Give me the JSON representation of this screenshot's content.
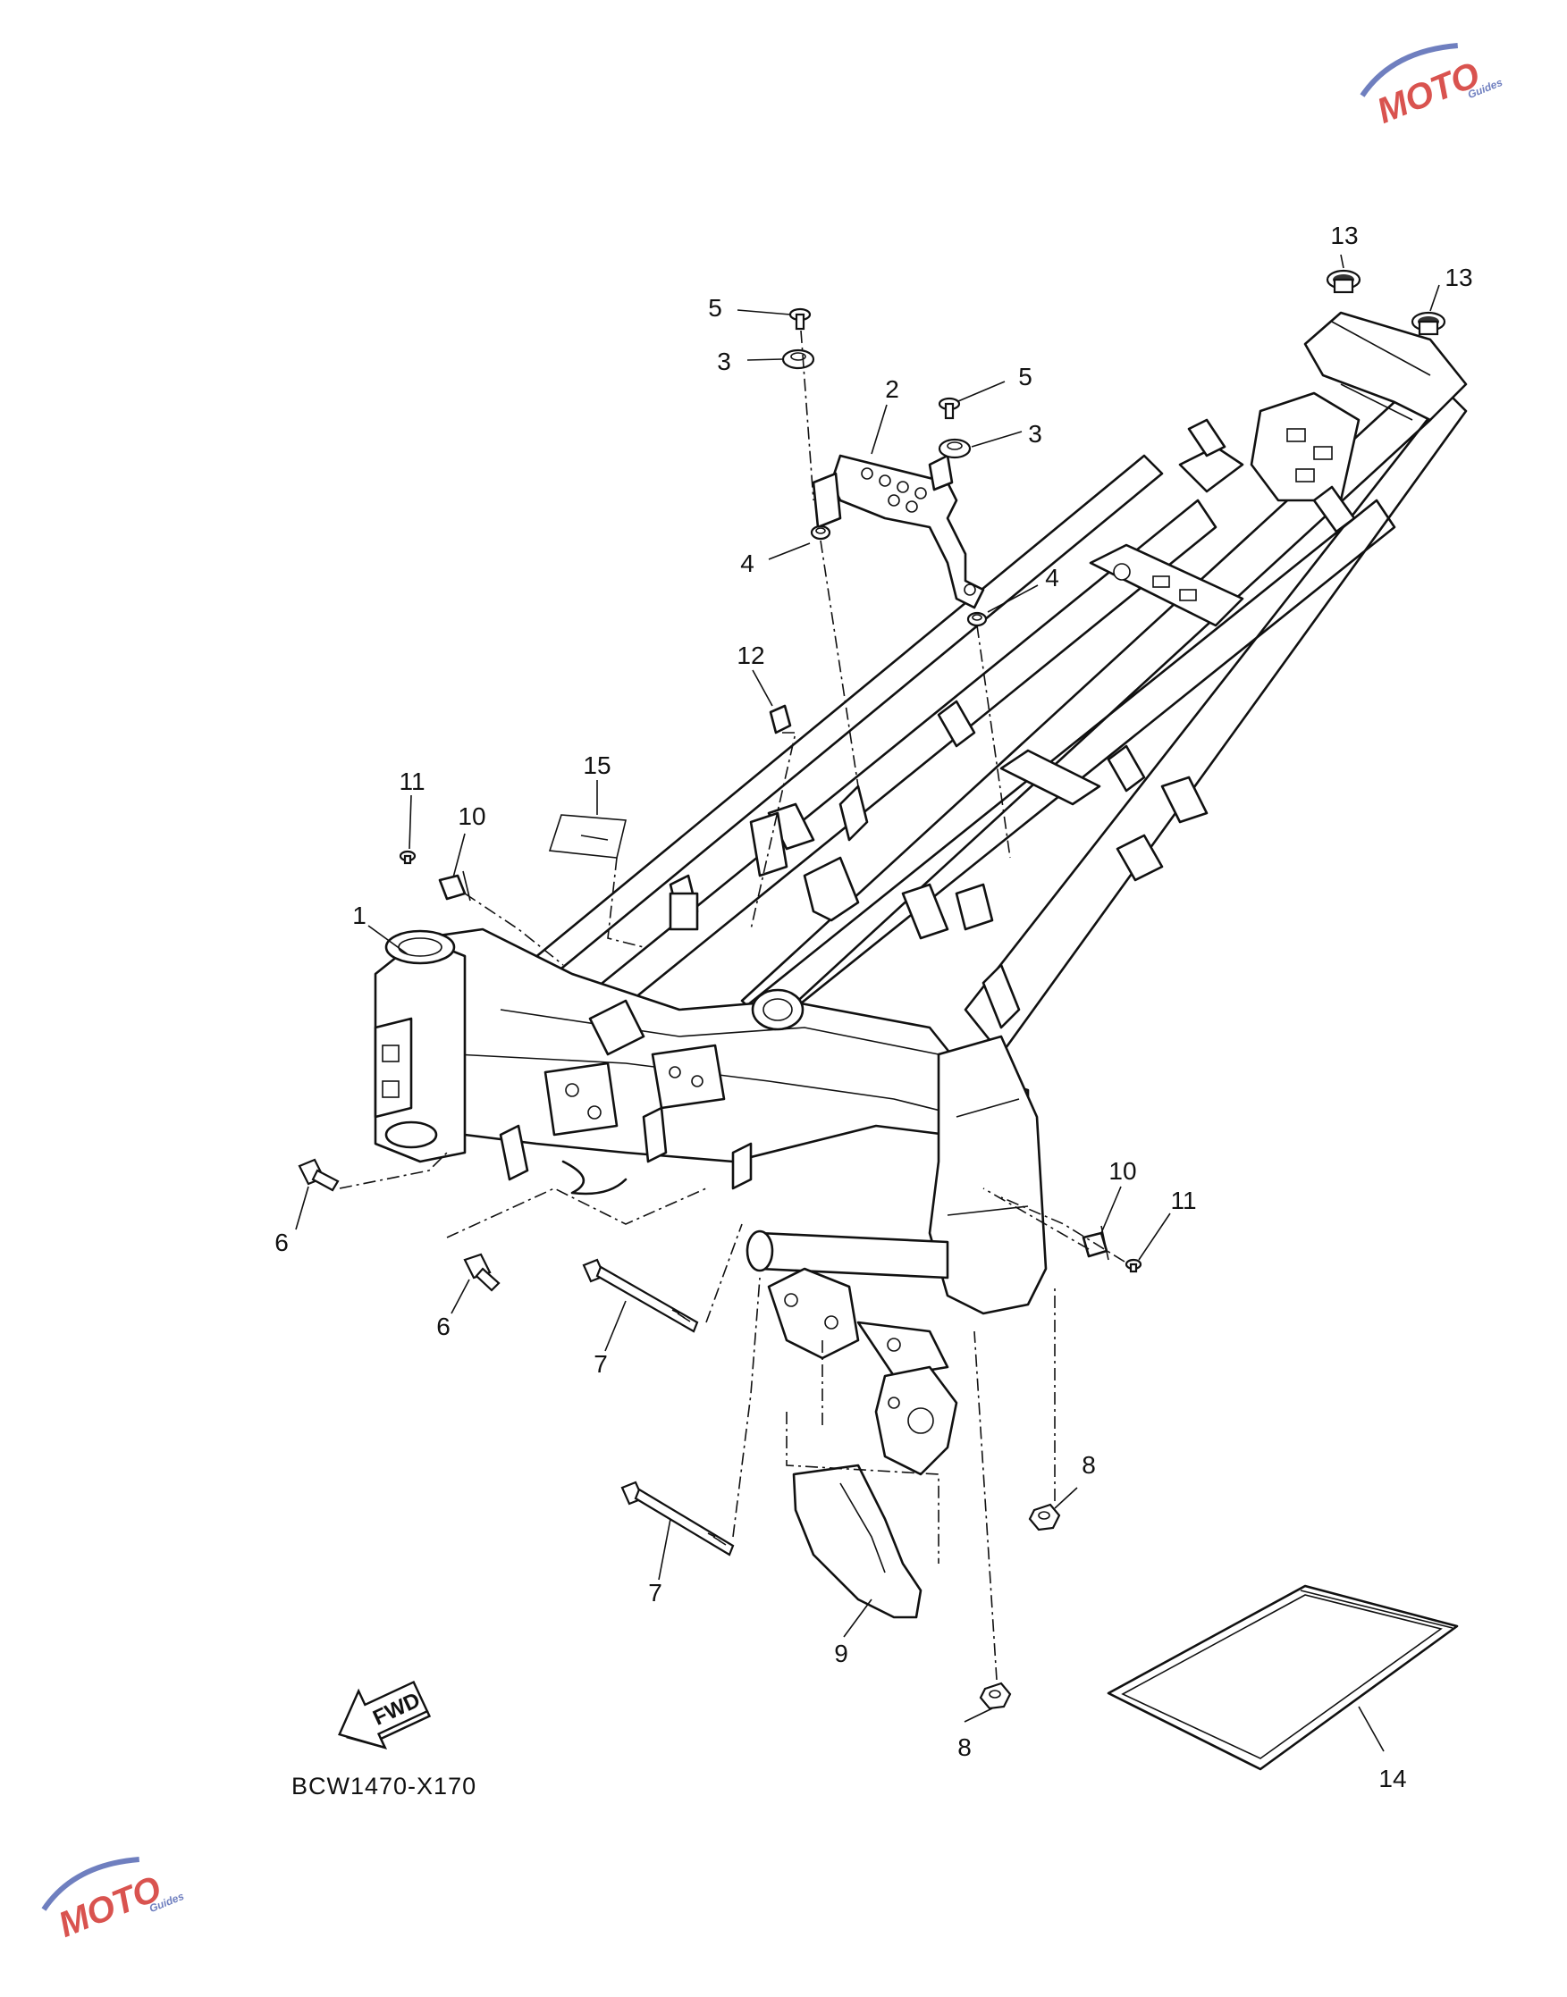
{
  "diagram": {
    "code": "BCW1470-X170",
    "fwd_label": "FWD",
    "callouts": [
      {
        "id": "c1",
        "text": "1"
      },
      {
        "id": "c2",
        "text": "2"
      },
      {
        "id": "c3a",
        "text": "3"
      },
      {
        "id": "c3b",
        "text": "3"
      },
      {
        "id": "c4a",
        "text": "4"
      },
      {
        "id": "c4b",
        "text": "4"
      },
      {
        "id": "c5a",
        "text": "5"
      },
      {
        "id": "c5b",
        "text": "5"
      },
      {
        "id": "c6a",
        "text": "6"
      },
      {
        "id": "c6b",
        "text": "6"
      },
      {
        "id": "c7a",
        "text": "7"
      },
      {
        "id": "c7b",
        "text": "7"
      },
      {
        "id": "c8a",
        "text": "8"
      },
      {
        "id": "c8b",
        "text": "8"
      },
      {
        "id": "c9",
        "text": "9"
      },
      {
        "id": "c10a",
        "text": "10"
      },
      {
        "id": "c10b",
        "text": "10"
      },
      {
        "id": "c11a",
        "text": "11"
      },
      {
        "id": "c11b",
        "text": "11"
      },
      {
        "id": "c12",
        "text": "12"
      },
      {
        "id": "c13a",
        "text": "13"
      },
      {
        "id": "c13b",
        "text": "13"
      },
      {
        "id": "c14",
        "text": "14"
      },
      {
        "id": "c15",
        "text": "15"
      }
    ]
  },
  "watermark": {
    "text": "MOTO",
    "subtext": "Guides",
    "accent_color": "#d9534f",
    "secondary_color": "#6f7fbf"
  }
}
